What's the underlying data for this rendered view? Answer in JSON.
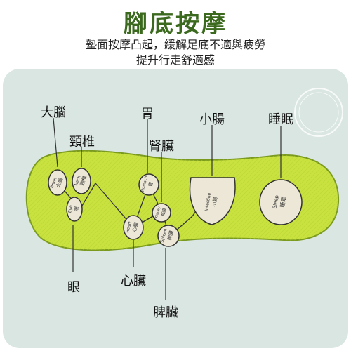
{
  "header": {
    "title": "腳底按摩",
    "subtitle_line1": "墊面按摩凸起，緩解足底不適與疲勞",
    "subtitle_line2": "提升行走舒適感"
  },
  "colors": {
    "title": "#3b6a1e",
    "panel": "#d9e6e1",
    "insole": "#c9e23f",
    "zone_fill": "#ece7d6",
    "outline": "#333333",
    "watermark": "#ffffff"
  },
  "organs": [
    {
      "id": "brain",
      "label": "大腦"
    },
    {
      "id": "neck",
      "label": "頸椎"
    },
    {
      "id": "eye",
      "label": "眼"
    },
    {
      "id": "stomach",
      "label": "胃"
    },
    {
      "id": "kidney",
      "label": "腎臟"
    },
    {
      "id": "heart",
      "label": "心臟"
    },
    {
      "id": "spleen",
      "label": "脾臟"
    },
    {
      "id": "intestine",
      "label": "小腸"
    },
    {
      "id": "sleep",
      "label": "睡眠"
    }
  ],
  "zone_labels": {
    "brain_en": "Brain",
    "brain_zh": "大腦",
    "neck_en": "Neck",
    "neck_zh": "頸椎",
    "eye_en": "Eye",
    "eye_zh": "眼",
    "stomach_en": "Stomach",
    "stomach_zh": "胃",
    "kidney_en": "Kidney",
    "kidney_zh": "腎臟",
    "heart_en": "Heart",
    "heart_zh": "心臟",
    "spleen_en": "Spleen",
    "spleen_zh": "脾臟",
    "intestine_en": "Intestine",
    "intestine_zh": "小腸",
    "sleep_en": "Sleep",
    "sleep_zh": "睡眠"
  }
}
